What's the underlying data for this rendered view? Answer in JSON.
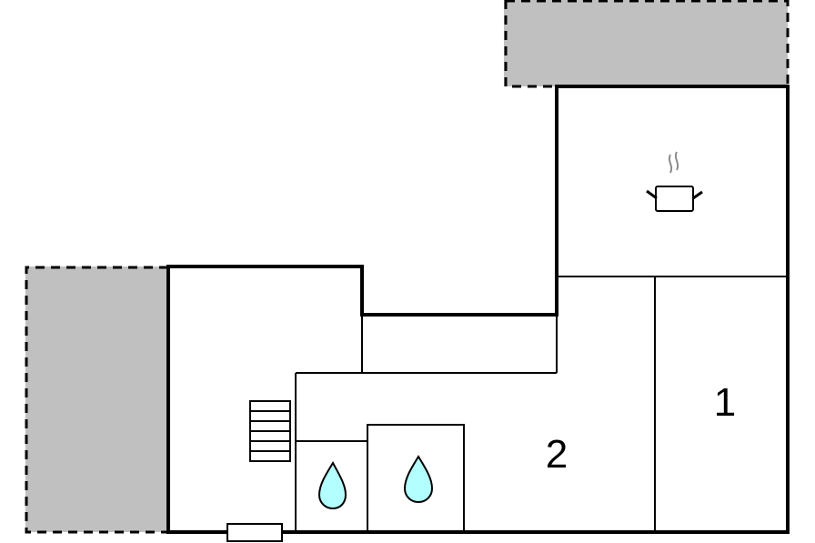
{
  "floorplan": {
    "colors": {
      "background": "#ffffff",
      "terrace_fill": "#c0c0c0",
      "wall": "#000000",
      "water_fill": "#b3ffff",
      "steam": "#8c8c8c"
    },
    "rooms": [
      {
        "id": "room-1",
        "label": "1"
      },
      {
        "id": "room-2",
        "label": "2"
      }
    ],
    "icons": [
      {
        "name": "cooking-pot-icon",
        "room": "kitchen"
      },
      {
        "name": "water-drop-icon",
        "room": "bathroom-a"
      },
      {
        "name": "water-drop-icon",
        "room": "bathroom-b"
      },
      {
        "name": "stairs-icon",
        "room": "hall"
      }
    ],
    "terraces": [
      {
        "name": "top-terrace"
      },
      {
        "name": "left-terrace"
      }
    ]
  }
}
